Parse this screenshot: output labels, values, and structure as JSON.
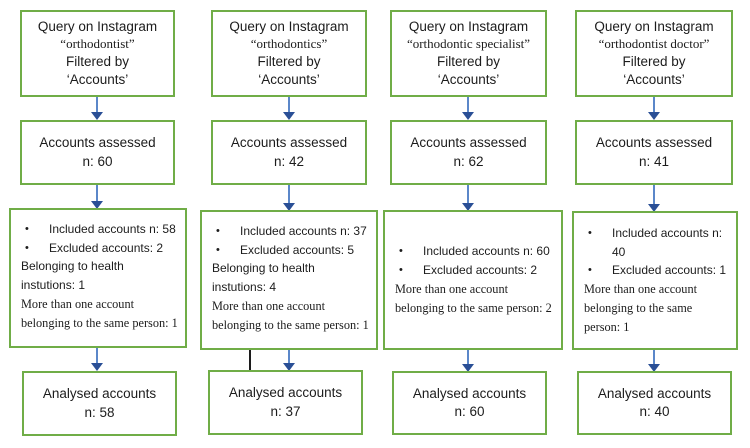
{
  "diagram": {
    "description": "Instagram account selection flowchart with four query columns",
    "colors": {
      "box_border": "#70AD47",
      "arrow_line": "#5B87C9",
      "arrow_head": "#2A4F96",
      "text": "#1c1c1c",
      "background": "#ffffff"
    },
    "columns": [
      {
        "query": {
          "line1": "Query on Instagram",
          "term": "“orthodontist”",
          "line3": "Filtered by",
          "line4": "‘Accounts’"
        },
        "assessed": {
          "label": "Accounts assessed",
          "n": "n: 60"
        },
        "selection": {
          "bullets": [
            "Included accounts n: 58",
            "Excluded accounts: 2"
          ],
          "note_sans": "Belonging to health instutions: 1",
          "note_serif": "More than one account belonging to the same person: 1"
        },
        "analysed": {
          "label": "Analysed accounts",
          "n": "n: 58"
        }
      },
      {
        "query": {
          "line1": "Query on Instagram",
          "term": "“orthodontics”",
          "line3": "Filtered by",
          "line4": "‘Accounts’"
        },
        "assessed": {
          "label": "Accounts assessed",
          "n": "n: 42"
        },
        "selection": {
          "bullets": [
            "Included accounts n: 37",
            "Excluded accounts: 5"
          ],
          "note_sans": "Belonging to health instutions: 4",
          "note_serif": "More than one account belonging to the same person: 1"
        },
        "analysed": {
          "label": "Analysed accounts",
          "n": "n: 37"
        }
      },
      {
        "query": {
          "line1": "Query on Instagram",
          "term": "“orthodontic specialist”",
          "line3": "Filtered by",
          "line4": "‘Accounts’"
        },
        "assessed": {
          "label": "Accounts assessed",
          "n": "n: 62"
        },
        "selection": {
          "bullets": [
            "Included accounts n: 60",
            "Excluded accounts: 2"
          ],
          "note_serif": "More than one account belonging to the same person: 2"
        },
        "analysed": {
          "label": "Analysed accounts",
          "n": "n: 60"
        }
      },
      {
        "query": {
          "line1": "Query on Instagram",
          "term": "“orthodontist doctor”",
          "line3": "Filtered by",
          "line4": "‘Accounts’"
        },
        "assessed": {
          "label": "Accounts assessed",
          "n": "n: 41"
        },
        "selection": {
          "bullets": [
            "Included accounts n: 40",
            "Excluded accounts: 1"
          ],
          "note_serif": "More than one account belonging to the same person: 1"
        },
        "analysed": {
          "label": "Analysed accounts",
          "n": "n: 40"
        }
      }
    ],
    "bullet_glyph": "•"
  }
}
